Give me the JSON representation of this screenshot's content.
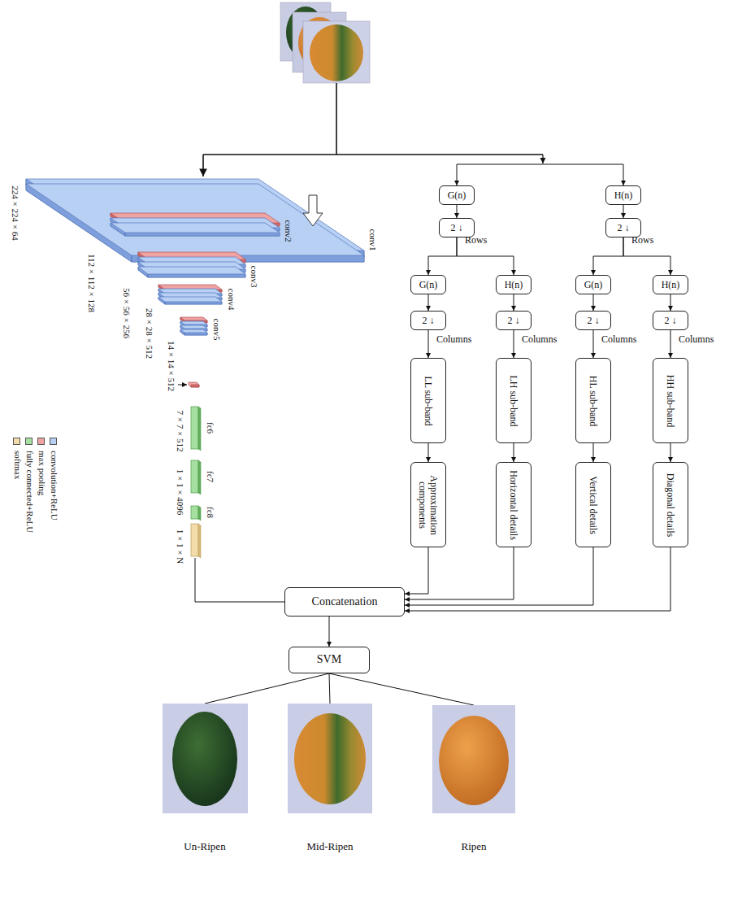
{
  "diagram": {
    "nodes": [
      {
        "text": [
          "G(n)"
        ]
      },
      {
        "text": [
          "H(n)"
        ]
      },
      {
        "text": [
          "2 ↓"
        ]
      },
      {
        "text": [
          "2 ↓"
        ]
      },
      {
        "text": [
          "G(n)"
        ]
      },
      {
        "text": [
          "H(n)"
        ]
      },
      {
        "text": [
          "G(n)"
        ]
      },
      {
        "text": [
          "H(n)"
        ]
      },
      {
        "text": [
          "2 ↓"
        ]
      },
      {
        "text": [
          "2 ↓"
        ]
      },
      {
        "text": [
          "2 ↓"
        ]
      },
      {
        "text": [
          "2 ↓"
        ]
      },
      {
        "text": [
          "LL sub-band"
        ]
      },
      {
        "text": [
          "LH sub-band"
        ]
      },
      {
        "text": [
          "HL sub-band"
        ]
      },
      {
        "text": [
          "HH sub-band"
        ]
      },
      {
        "text": [
          "Approximation components"
        ]
      },
      {
        "text": [
          "Horizontal details"
        ]
      },
      {
        "text": [
          "Vertical details"
        ]
      },
      {
        "text": [
          "Diagonal details"
        ]
      },
      {
        "text": [
          "Concatenation"
        ]
      },
      {
        "text": [
          "SVM"
        ]
      }
    ],
    "edges": [
      {
        "from": 0,
        "to": 2,
        "arrow": "to"
      },
      {
        "from": 1,
        "to": 3,
        "arrow": "to"
      },
      {
        "from": 2,
        "to": 4,
        "arrow": "to"
      },
      {
        "from": 2,
        "to": 5,
        "arrow": "to"
      },
      {
        "from": 3,
        "to": 6,
        "arrow": "to"
      },
      {
        "from": 3,
        "to": 7,
        "arrow": "to"
      },
      {
        "from": 4,
        "to": 8,
        "arrow": "to"
      },
      {
        "from": 5,
        "to": 9,
        "arrow": "to"
      },
      {
        "from": 6,
        "to": 10,
        "arrow": "to"
      },
      {
        "from": 7,
        "to": 11,
        "arrow": "to"
      },
      {
        "from": 8,
        "to": 12,
        "arrow": "to"
      },
      {
        "from": 9,
        "to": 13,
        "arrow": "to"
      },
      {
        "from": 10,
        "to": 14,
        "arrow": "to"
      },
      {
        "from": 11,
        "to": 15,
        "arrow": "to"
      },
      {
        "from": 12,
        "to": 16,
        "arrow": "to"
      },
      {
        "from": 13,
        "to": 17,
        "arrow": "to"
      },
      {
        "from": 14,
        "to": 18,
        "arrow": "to"
      },
      {
        "from": 15,
        "to": 19,
        "arrow": "to"
      },
      {
        "from": 16,
        "to": 20,
        "arrow": "to"
      },
      {
        "from": 17,
        "to": 20,
        "arrow": "to"
      },
      {
        "from": 18,
        "to": 20,
        "arrow": "to"
      },
      {
        "from": 19,
        "to": 20,
        "arrow": "to"
      },
      {
        "from": 20,
        "to": 21,
        "arrow": "to"
      }
    ],
    "labels": [
      "224 × 224 × 64",
      "conv1",
      "112 × 112 × 128",
      "conv2",
      "56 × 56 × 256",
      "conv3",
      "28 × 28 × 512",
      "conv4",
      "14 × 14 × 512",
      "conv5",
      "7 × 7 × 512",
      "fc6",
      "1 × 1 × 4096",
      "fc7",
      "1 × 1 × N",
      "fc8",
      "Rows",
      "Rows",
      "Columns",
      "Columns",
      "Columns",
      "Columns",
      "Un-Ripen",
      "Mid-Ripen",
      "Ripen"
    ],
    "legend": [
      {
        "text": "convolution+ReLU",
        "color": "#b7d0f4"
      },
      {
        "text": "max pooling",
        "color": "#f0a3a3"
      },
      {
        "text": "fully connected+ReLU",
        "color": "#a6e0a0"
      },
      {
        "text": "softmax",
        "color": "#f3dcaa"
      }
    ]
  }
}
